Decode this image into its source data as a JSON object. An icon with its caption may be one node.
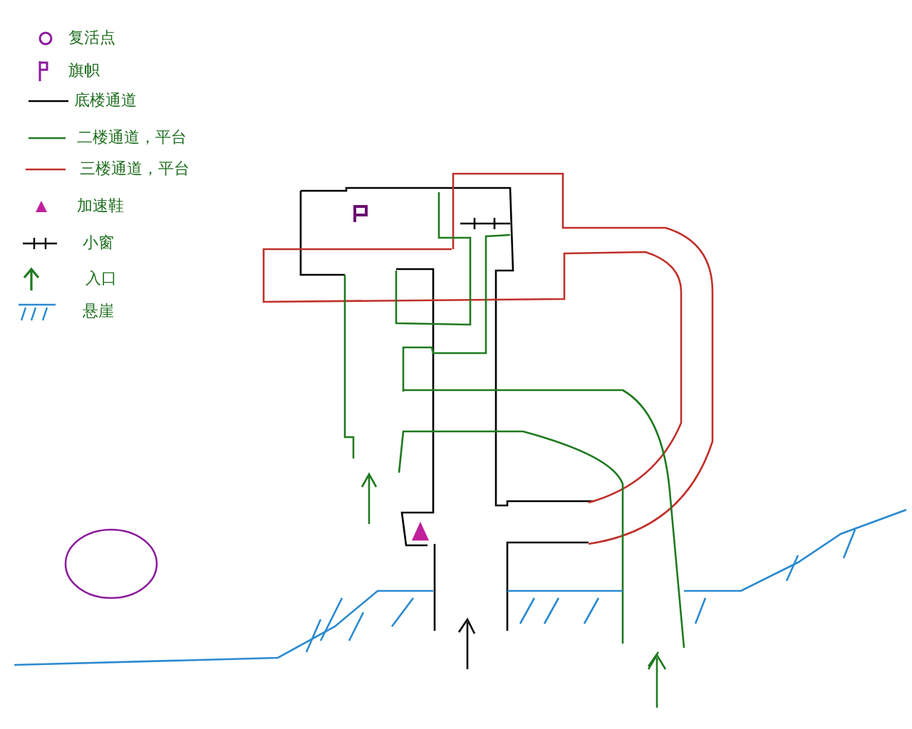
{
  "diagram": {
    "legend": [
      {
        "text": "复活点"
      },
      {
        "text": "旗帜"
      },
      {
        "text": "底楼通道"
      },
      {
        "text": "二楼通道，平台"
      },
      {
        "text": "三楼通道，平台"
      },
      {
        "text": "加速鞋"
      },
      {
        "text": "小窗"
      },
      {
        "text": "入口"
      },
      {
        "text": "悬崖"
      }
    ]
  }
}
